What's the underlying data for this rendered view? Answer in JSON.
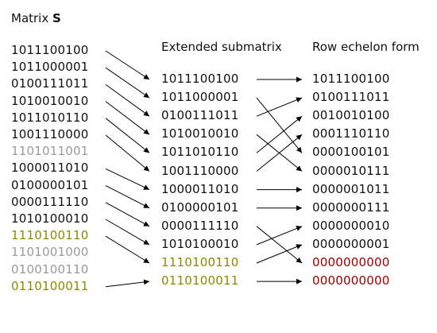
{
  "title": {
    "prefix": "Matrix ",
    "symbol": "S"
  },
  "headers": {
    "submatrix": "Extended submatrix",
    "echelon": "Row echelon form"
  },
  "matrix_s": [
    {
      "bits": "1011100100",
      "style": "normal"
    },
    {
      "bits": "1011000001",
      "style": "normal"
    },
    {
      "bits": "0100111011",
      "style": "normal"
    },
    {
      "bits": "1010010010",
      "style": "normal"
    },
    {
      "bits": "1011010110",
      "style": "normal"
    },
    {
      "bits": "1001110000",
      "style": "normal"
    },
    {
      "bits": "1101011001",
      "style": "gray"
    },
    {
      "bits": "1000011010",
      "style": "normal"
    },
    {
      "bits": "0100000101",
      "style": "normal"
    },
    {
      "bits": "0000111110",
      "style": "normal"
    },
    {
      "bits": "1010100010",
      "style": "normal"
    },
    {
      "bits": "1110100110",
      "style": "olive"
    },
    {
      "bits": "1101001000",
      "style": "gray"
    },
    {
      "bits": "0100100110",
      "style": "gray"
    },
    {
      "bits": "0110100011",
      "style": "olive"
    }
  ],
  "submatrix": [
    {
      "bits": "1011100100",
      "style": "normal"
    },
    {
      "bits": "1011000001",
      "style": "normal"
    },
    {
      "bits": "0100111011",
      "style": "normal"
    },
    {
      "bits": "1010010010",
      "style": "normal"
    },
    {
      "bits": "1011010110",
      "style": "normal"
    },
    {
      "bits": "1001110000",
      "style": "normal"
    },
    {
      "bits": "1000011010",
      "style": "normal"
    },
    {
      "bits": "0100000101",
      "style": "normal"
    },
    {
      "bits": "0000111110",
      "style": "normal"
    },
    {
      "bits": "1010100010",
      "style": "normal"
    },
    {
      "bits": "1110100110",
      "style": "olive"
    },
    {
      "bits": "0110100011",
      "style": "olive"
    }
  ],
  "echelon": [
    {
      "bits": "1011100100",
      "style": "normal"
    },
    {
      "bits": "0100111011",
      "style": "normal"
    },
    {
      "bits": "0010010100",
      "style": "normal"
    },
    {
      "bits": "0001110110",
      "style": "normal"
    },
    {
      "bits": "0000100101",
      "style": "normal"
    },
    {
      "bits": "0000010111",
      "style": "normal"
    },
    {
      "bits": "0000001011",
      "style": "normal"
    },
    {
      "bits": "0000000111",
      "style": "normal"
    },
    {
      "bits": "0000000010",
      "style": "normal"
    },
    {
      "bits": "0000000001",
      "style": "normal"
    },
    {
      "bits": "0000000000",
      "style": "red"
    },
    {
      "bits": "0000000000",
      "style": "red"
    }
  ],
  "mapping_s_to_sub": [
    [
      0,
      0
    ],
    [
      1,
      1
    ],
    [
      2,
      2
    ],
    [
      3,
      3
    ],
    [
      4,
      4
    ],
    [
      5,
      5
    ],
    [
      7,
      6
    ],
    [
      8,
      7
    ],
    [
      9,
      8
    ],
    [
      10,
      9
    ],
    [
      11,
      10
    ],
    [
      14,
      11
    ]
  ],
  "mapping_sub_to_ech": [
    [
      0,
      0
    ],
    [
      1,
      4
    ],
    [
      2,
      1
    ],
    [
      3,
      5
    ],
    [
      4,
      2
    ],
    [
      5,
      3
    ],
    [
      6,
      6
    ],
    [
      7,
      7
    ],
    [
      8,
      10
    ],
    [
      9,
      8
    ],
    [
      10,
      9
    ],
    [
      11,
      11
    ]
  ],
  "colors": {
    "gray": "#9a9a9a",
    "olive": "#8b8b00",
    "red": "#a00000",
    "text": "#111111",
    "arrow": "#000000"
  }
}
